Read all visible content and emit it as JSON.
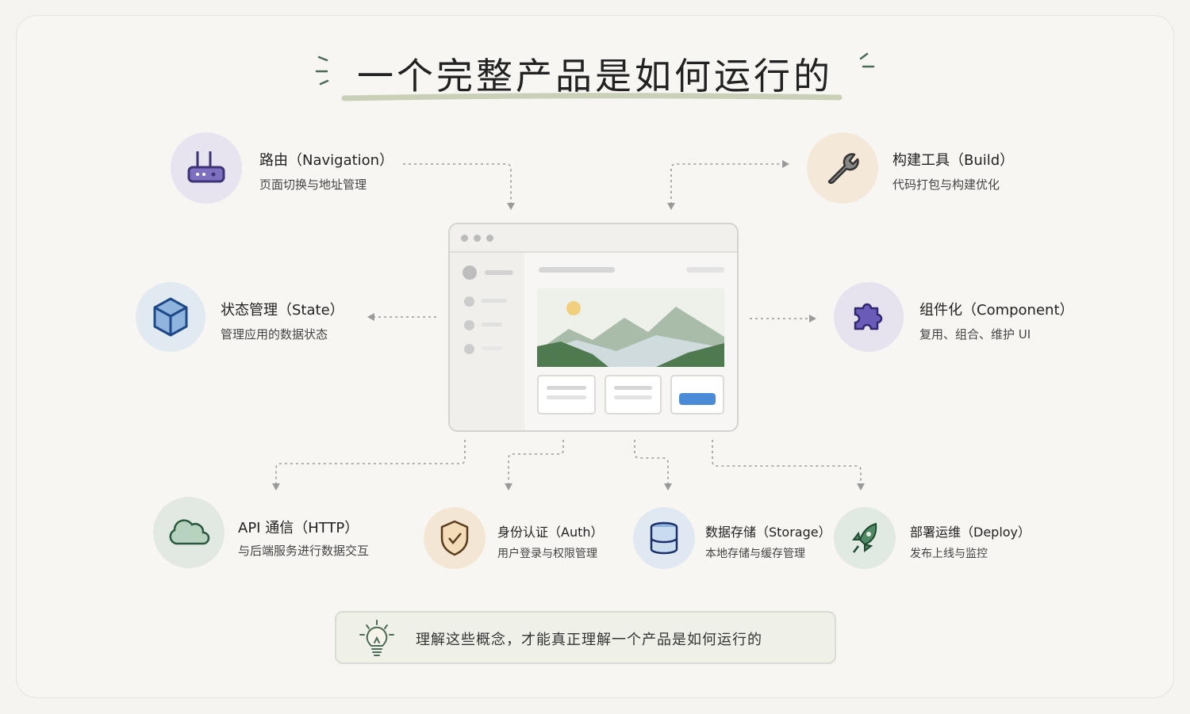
{
  "title": "一个完整产品是如何运行的",
  "nodes": {
    "navigation": {
      "title": "路由（Navigation）",
      "subtitle": "页面切换与地址管理",
      "icon": "router-icon"
    },
    "build": {
      "title": "构建工具（Build）",
      "subtitle": "代码打包与构建优化",
      "icon": "wrench-icon"
    },
    "state": {
      "title": "状态管理（State）",
      "subtitle": "管理应用的数据状态",
      "icon": "cube-icon"
    },
    "component": {
      "title": "组件化（Component）",
      "subtitle": "复用、组合、维护 UI",
      "icon": "puzzle-icon"
    },
    "api": {
      "title": "API 通信（HTTP）",
      "subtitle": "与后端服务进行数据交互",
      "icon": "cloud-icon"
    },
    "auth": {
      "title": "身份认证（Auth）",
      "subtitle": "用户登录与权限管理",
      "icon": "shield-check-icon"
    },
    "storage": {
      "title": "数据存储（Storage）",
      "subtitle": "本地存储与缓存管理",
      "icon": "database-icon"
    },
    "deploy": {
      "title": "部署运维（Deploy）",
      "subtitle": "发布上线与监控",
      "icon": "rocket-icon"
    }
  },
  "footer": {
    "text": "理解这些概念，才能真正理解一个产品是如何运行的",
    "icon": "lightbulb-icon"
  },
  "colors": {
    "accent_underline": "#c9d0b8",
    "connector": "#9a9a9a"
  }
}
